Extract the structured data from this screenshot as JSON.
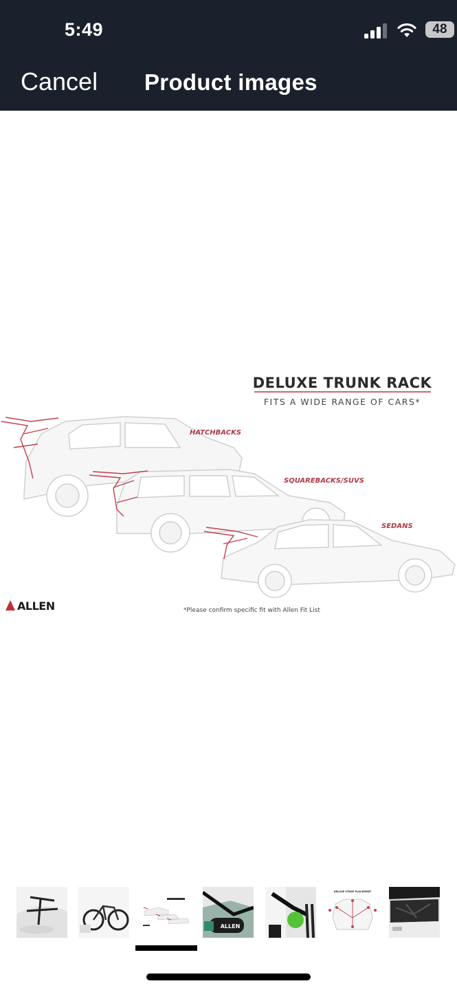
{
  "status": {
    "time": "5:49",
    "battery": "48"
  },
  "header": {
    "cancel_label": "Cancel",
    "title": "Product images"
  },
  "product_image": {
    "headline": "DELUXE TRUNK RACK",
    "subheadline": "FITS A WIDE RANGE OF CARS*",
    "labels": {
      "hatchbacks": "HATCHBACKS",
      "squarebacks": "SQUAREBACKS/SUVS",
      "sedans": "SEDANS"
    },
    "brand": "ALLEN",
    "footnote": "*Please confirm specific fit with Allen Fit List"
  },
  "thumbnails": {
    "items": [
      {
        "name": "rack-on-trunk"
      },
      {
        "name": "bike-mounted"
      },
      {
        "name": "fit-chart"
      },
      {
        "name": "padded-arm"
      },
      {
        "name": "green-strap-hook"
      },
      {
        "name": "strap-placement"
      },
      {
        "name": "open-trunk"
      }
    ],
    "selected_index": 2,
    "thumb4_label": "ALLEN",
    "thumb6_label": "DELUXE STRAP PLACEMENT"
  },
  "colors": {
    "header_bg": "#1b212c",
    "accent_red": "#b03a46",
    "car_outline": "#cfcfcf"
  }
}
